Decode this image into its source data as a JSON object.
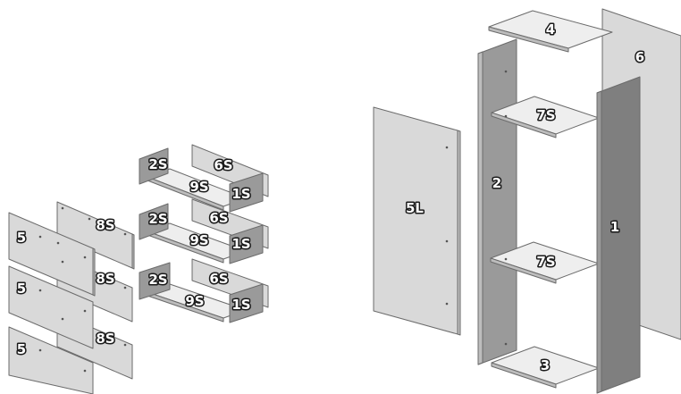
{
  "parts": {
    "drawer_fronts": [
      "5",
      "5",
      "5"
    ],
    "drawer_backs": [
      "8S",
      "8S",
      "8S"
    ],
    "drawer_sides_left": [
      "2S",
      "2S",
      "2S"
    ],
    "drawer_sides_right": [
      "1S",
      "1S",
      "1S"
    ],
    "drawer_rear_panels": [
      "6S",
      "6S",
      "6S"
    ],
    "drawer_bottoms": [
      "9S",
      "9S",
      "9S"
    ],
    "cabinet": {
      "side_left_outer": "5L",
      "side_left": "2",
      "side_right": "1",
      "top": "4",
      "back": "6",
      "shelves": [
        "7S",
        "7S"
      ],
      "bottom": "3"
    }
  }
}
